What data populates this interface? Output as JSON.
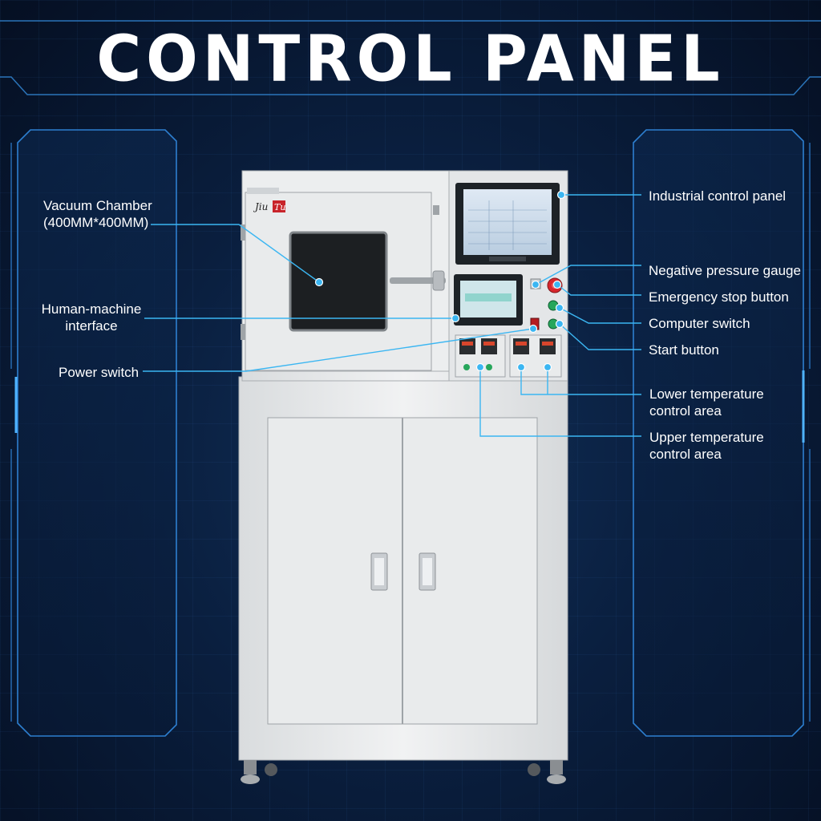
{
  "title": "CONTROL PANEL",
  "brand": "JiuTu",
  "accent": "#3bb6f2",
  "labels": {
    "vacuum_chamber": "Vacuum Chamber",
    "vacuum_chamber_size": "(400MM*400MM)",
    "hmi_line1": "Human-machine",
    "hmi_line2": "interface",
    "power_switch": "Power switch",
    "industrial_control_panel": "Industrial control panel",
    "negative_pressure_gauge": "Negative pressure gauge",
    "emergency_stop_button": "Emergency stop button",
    "computer_switch": "Computer switch",
    "start_button": "Start button",
    "lower_temp_line1": "Lower temperature",
    "lower_temp_line2": "control area",
    "upper_temp_line1": "Upper temperature",
    "upper_temp_line2": "control area"
  }
}
